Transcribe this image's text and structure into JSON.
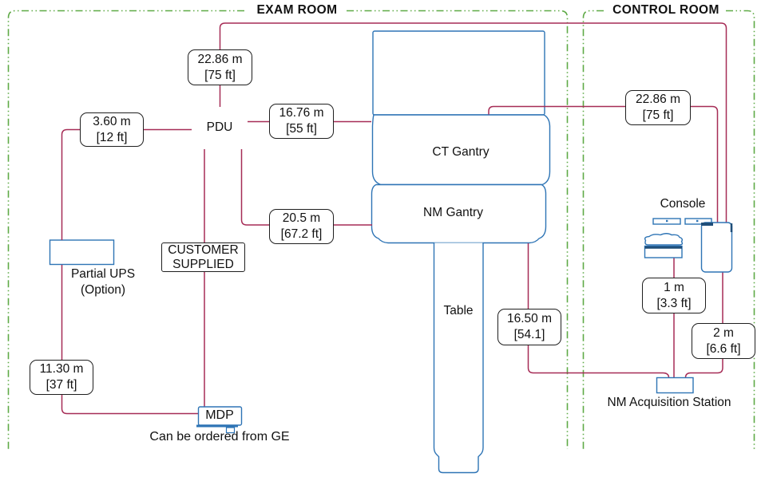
{
  "rooms": {
    "exam": "EXAM ROOM",
    "control": "CONTROL ROOM"
  },
  "cables": [
    {
      "name": "pdu-to-console-top-run",
      "line1": "22.86 m",
      "line2": "[75 ft]"
    },
    {
      "name": "ups-to-pdu",
      "line1": "3.60 m",
      "line2": "[12 ft]"
    },
    {
      "name": "pdu-to-ct-gantry",
      "line1": "16.76 m",
      "line2": "[55 ft]"
    },
    {
      "name": "pdu-to-nm-gantry",
      "line1": "20.5 m",
      "line2": "[67.2 ft]"
    },
    {
      "name": "gantry-to-console",
      "line1": "22.86 m",
      "line2": "[75 ft]"
    },
    {
      "name": "keyboard-to-station",
      "line1": "1 m",
      "line2": "[3.3 ft]"
    },
    {
      "name": "workstation-to-station",
      "line1": "2 m",
      "line2": "[6.6 ft]"
    },
    {
      "name": "gantry-to-station",
      "line1": "16.50 m",
      "line2": "[54.1]"
    },
    {
      "name": "ups-to-mdp",
      "line1": "11.30 m",
      "line2": "[37 ft]"
    }
  ],
  "components": {
    "pdu": "PDU",
    "partial_ups_line1": "Partial UPS",
    "partial_ups_line2": "(Option)",
    "customer_supplied_line1": "CUSTOMER",
    "customer_supplied_line2": "SUPPLIED",
    "mdp": "MDP",
    "mdp_note": "Can be ordered from GE",
    "ct_gantry": "CT Gantry",
    "nm_gantry": "NM Gantry",
    "table": "Table",
    "console": "Console",
    "nm_acquisition_station": "NM Acquisition Station"
  },
  "colors": {
    "cable_line": "#a62c56",
    "equipment_outline": "#2e74b5",
    "equipment_accent": "#1f4e79",
    "room_border": "#5faa46",
    "label_border": "#1f1f1f"
  }
}
